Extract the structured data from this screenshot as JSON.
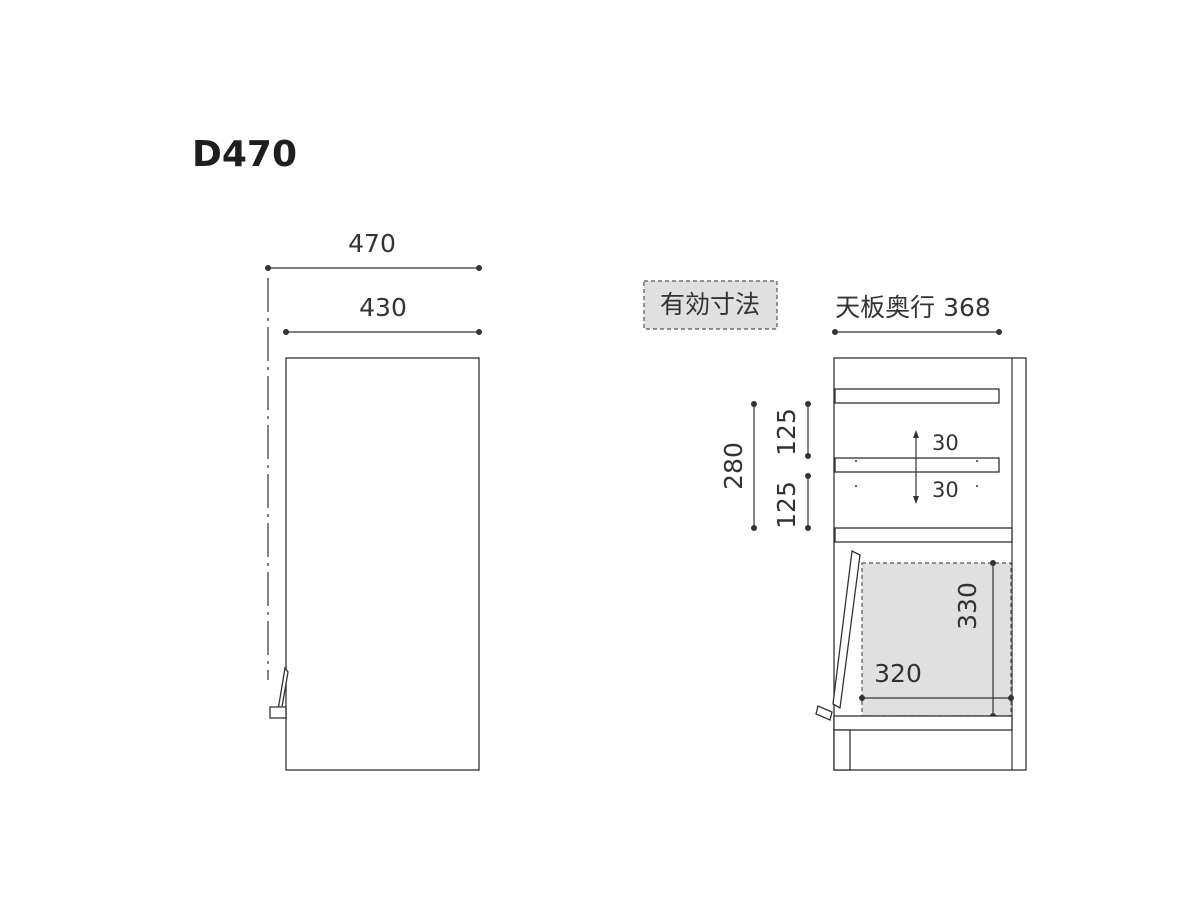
{
  "title": "D470",
  "side_view": {
    "overall_depth": "470",
    "body_depth": "430"
  },
  "section_view": {
    "legend_label": "有効寸法",
    "top_depth_label": "天板奥行 368",
    "shelf_pitch_1": "125",
    "shelf_pitch_2": "125",
    "pitch_total": "280",
    "adjust_up": "30",
    "adjust_down": "30",
    "effective_height": "330",
    "effective_depth": "320"
  },
  "colors": {
    "line": "#333333",
    "effective_fill": "#e0e0e0",
    "background": "#ffffff"
  }
}
